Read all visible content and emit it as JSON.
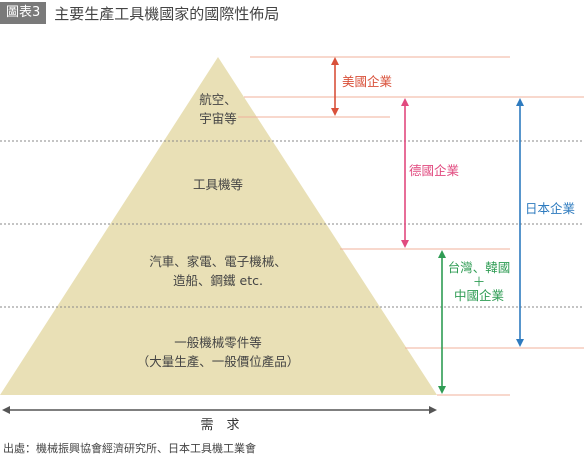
{
  "header": {
    "badge": "圖表3",
    "title": "主要生產工具機國家的國際性佈局"
  },
  "tiers": [
    {
      "line1": "航空、",
      "line2": "宇宙等"
    },
    {
      "line1": "工具機等",
      "line2": ""
    },
    {
      "line1": "汽車、家電、電子機械、",
      "line2": "造船、鋼鐵 etc."
    },
    {
      "line1": "一般機械零件等",
      "line2": "（大量生產、一般價位產品）"
    }
  ],
  "brackets": {
    "us": "美國企業",
    "de": "德國企業",
    "jp": "日本企業",
    "tw_line1": "台灣、韓國",
    "tw_plus": "＋",
    "tw_line2": "中國企業"
  },
  "axis_label": "需　求",
  "source": "出處：機械振興協會經濟研究所、日本工具機工業會",
  "colors": {
    "pyramid": "#e9e0b6",
    "us": "#d9513a",
    "de": "#e14a7f",
    "jp": "#2e7bbf",
    "tw": "#2f9c54",
    "ref_line": "#f0b19b"
  }
}
